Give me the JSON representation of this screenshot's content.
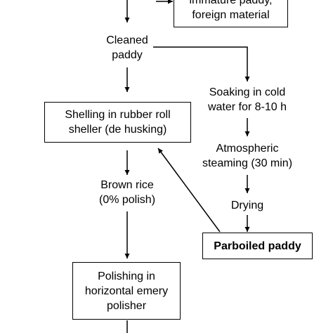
{
  "nodes": {
    "impurities_box": {
      "lines": [
        "immature paddy,",
        "foreign material"
      ]
    },
    "cleaned_paddy": {
      "lines": [
        "Cleaned",
        "paddy"
      ]
    },
    "soaking": {
      "lines": [
        "Soaking in cold",
        "water for 8-10 h"
      ]
    },
    "shelling_box": {
      "lines": [
        "Shelling in rubber roll",
        "sheller (de husking)"
      ]
    },
    "steaming": {
      "lines": [
        "Atmospheric",
        "steaming (30 min)"
      ]
    },
    "brown_rice": {
      "lines": [
        "Brown rice",
        "(0% polish)"
      ]
    },
    "drying": {
      "lines": [
        "Drying"
      ]
    },
    "parboiled_box": {
      "lines": [
        "Parboiled paddy"
      ]
    },
    "polishing_box": {
      "lines": [
        "Polishing in",
        "horizontal emery",
        "polisher"
      ]
    }
  }
}
